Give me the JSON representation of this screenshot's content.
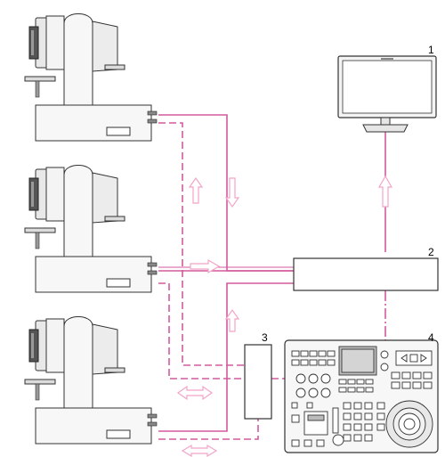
{
  "labels": {
    "monitor": "1",
    "switcher": "2",
    "hub": "3",
    "controller": "4"
  },
  "colors": {
    "line": "#d35a9e",
    "arrow": "#f3a4c8",
    "outline": "#333333",
    "fill_light": "#f4f4f4",
    "fill_mid": "#dedede"
  },
  "icons": {
    "camera": "ptz-camera-icon",
    "monitor": "monitor-icon",
    "switcher": "video-switcher-box",
    "hub": "network-hub-box",
    "controller": "remote-controller-icon"
  }
}
